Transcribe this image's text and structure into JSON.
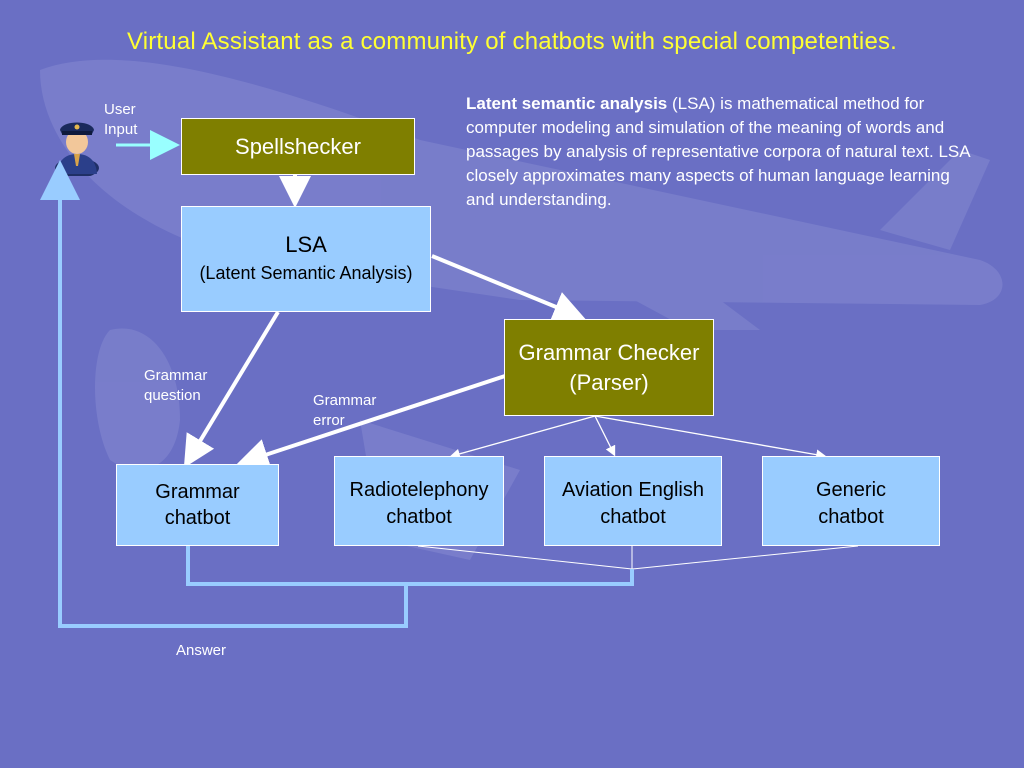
{
  "slide": {
    "title": "Virtual Assistant as a community of chatbots with special competenties."
  },
  "user_input": {
    "line1": "User",
    "line2": "Input"
  },
  "boxes": {
    "spellchecker": "Spellshecker",
    "lsa_title": "LSA",
    "lsa_subtitle": "(Latent Semantic Analysis)",
    "grammar_checker_line1": "Grammar Checker",
    "grammar_checker_line2": "(Parser)",
    "grammar_chatbot_line1": "Grammar",
    "grammar_chatbot_line2": "chatbot",
    "radiotelephony_line1": "Radiotelephony",
    "radiotelephony_line2": "chatbot",
    "aviation_line1": "Aviation English",
    "aviation_line2": "chatbot",
    "generic_line1": "Generic",
    "generic_line2": "chatbot"
  },
  "labels": {
    "grammar_question_1": "Grammar",
    "grammar_question_2": "question",
    "grammar_error_1": "Grammar",
    "grammar_error_2": "error",
    "answer": "Answer"
  },
  "description": {
    "term": "Latent semantic analysis",
    "text": " (LSA) is mathematical method for computer modeling and simulation of the meaning of words and passages by analysis of representative corpora of natural text. LSA closely approximates many aspects of human language learning and understanding."
  },
  "colors": {
    "background": "#6a6fc4",
    "title": "#ffff33",
    "olive_box": "#7f7f00",
    "light_box": "#99ccff",
    "connector": "#99ccff"
  },
  "icons": {
    "user": "pilot-avatar-icon"
  }
}
